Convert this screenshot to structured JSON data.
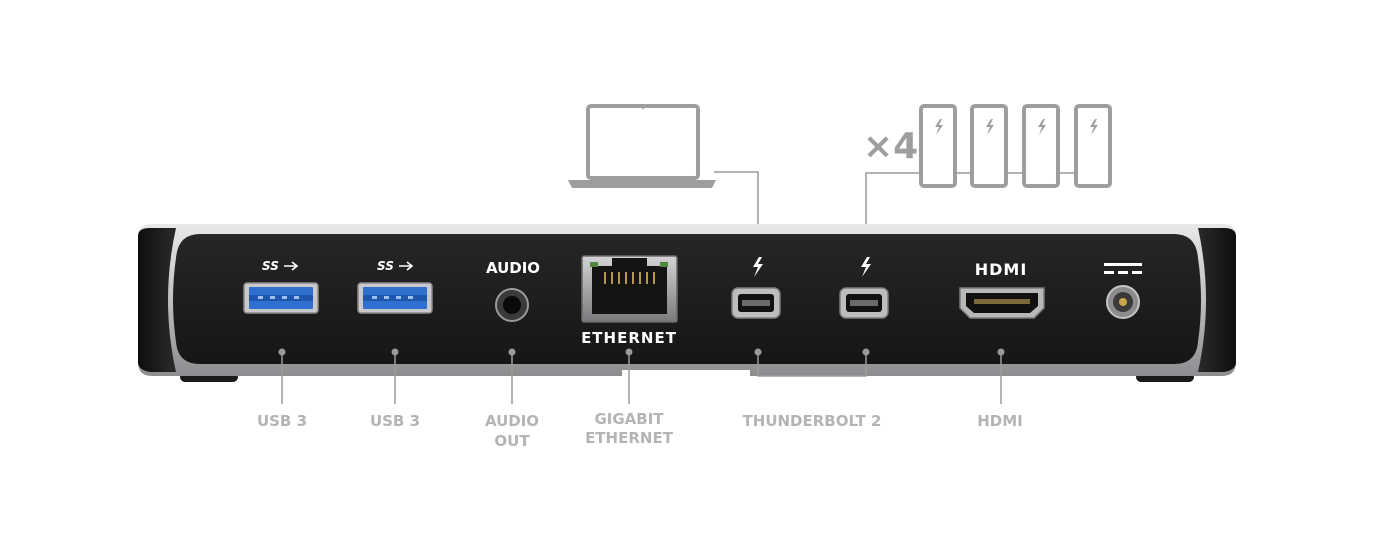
{
  "panel_labels": {
    "usb1_logo": "SS",
    "usb2_logo": "SS",
    "audio": "AUDIO",
    "ethernet": "ETHERNET",
    "hdmi_logo": "HDMI"
  },
  "callouts": {
    "usb1": "USB 3",
    "usb2": "USB 3",
    "audio_line1": "AUDIO",
    "audio_line2": "OUT",
    "ethernet_line1": "GIGABIT",
    "ethernet_line2": "ETHERNET",
    "thunderbolt": "THUNDERBOLT 2",
    "hdmi": "HDMI"
  },
  "daisy_chain": {
    "multiplier": "×4"
  },
  "colors": {
    "label_gray": "#b4b4b4",
    "line_gray": "#9a9a9a",
    "icon_gray": "#9e9e9e",
    "panel_dark": "#1d1d1f",
    "usb_blue": "#2f6fd0"
  },
  "icons": [
    "laptop-icon",
    "thunderbolt-display-icon",
    "thunderbolt-icon",
    "usb-superspeed-icon",
    "dc-power-icon"
  ]
}
